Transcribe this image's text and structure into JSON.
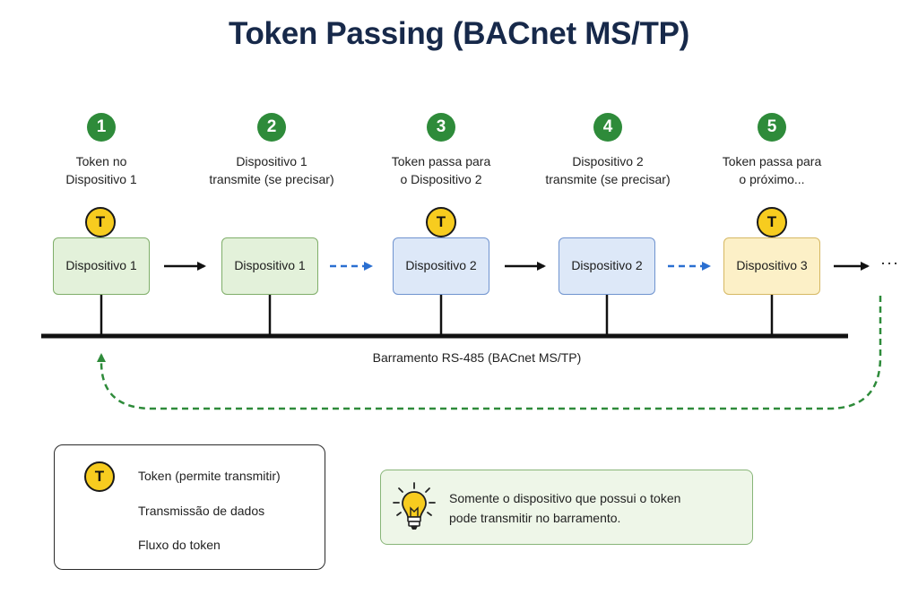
{
  "title": "Token Passing (BACnet MS/TP)",
  "steps": [
    {
      "number": "1",
      "caption_line1": "Token no",
      "caption_line2": "Dispositivo 1",
      "device": "Dispositivo 1",
      "color": "green",
      "has_token": true
    },
    {
      "number": "2",
      "caption_line1": "Dispositivo 1",
      "caption_line2": "transmite (se precisar)",
      "device": "Dispositivo 1",
      "color": "green",
      "has_token": false
    },
    {
      "number": "3",
      "caption_line1": "Token passa para",
      "caption_line2": "o Dispositivo 2",
      "device": "Dispositivo 2",
      "color": "blue",
      "has_token": true
    },
    {
      "number": "4",
      "caption_line1": "Dispositivo 2",
      "caption_line2": "transmite (se precisar)",
      "device": "Dispositivo 2",
      "color": "blue",
      "has_token": false
    },
    {
      "number": "5",
      "caption_line1": "Token passa para",
      "caption_line2": "o próximo...",
      "device": "Dispositivo 3",
      "color": "yellow",
      "has_token": true
    }
  ],
  "token_symbol": "T",
  "ellipsis": "···",
  "bus_label": "Barramento RS-485 (BACnet MS/TP)",
  "legend": {
    "token": "Token (permite transmitir)",
    "data": "Transmissão de dados",
    "token_flow": "Fluxo do token"
  },
  "info": {
    "line1": "Somente o dispositivo que possui o token",
    "line2": "pode transmitir no barramento."
  },
  "colors": {
    "title": "#17294a",
    "step_badge": "#2e8b3a",
    "token": "#f7cc1f",
    "data_arrow": "#2a6fd1",
    "token_flow_arrow": "#2e8b3a",
    "device_green": "#e3f1da",
    "device_blue": "#dde8f8",
    "device_yellow": "#fcf0c7"
  }
}
